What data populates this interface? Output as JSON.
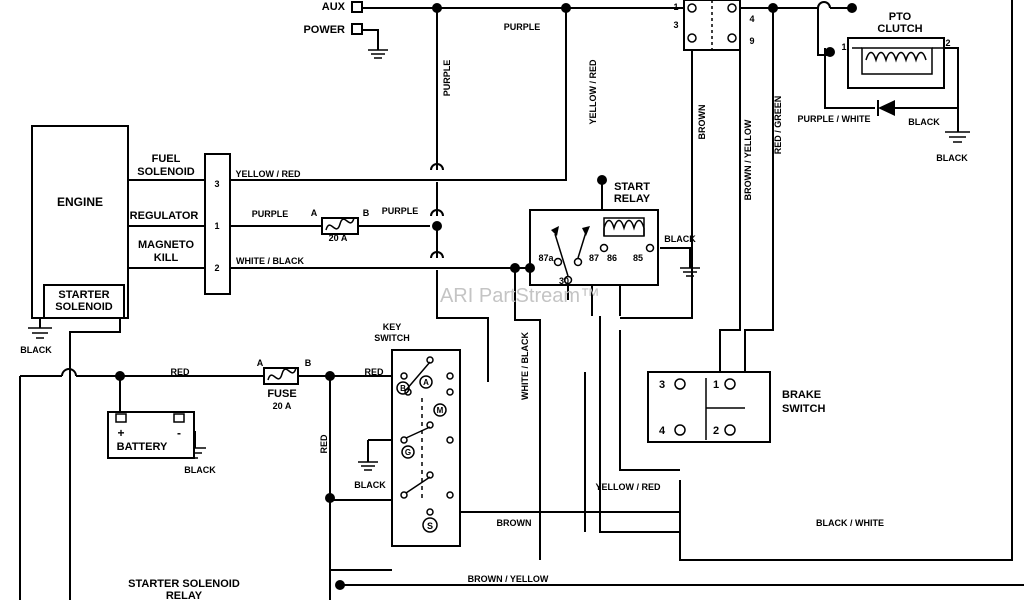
{
  "components": {
    "engine": "ENGINE",
    "starter_solenoid": [
      "STARTER",
      "SOLENOID"
    ],
    "fuel_solenoid": [
      "FUEL",
      "SOLENOID"
    ],
    "regulator": "REGULATOR",
    "magneto_kill": [
      "MAGNETO",
      "KILL"
    ],
    "aux": "AUX",
    "power": "POWER",
    "pto_clutch": [
      "PTO",
      "CLUTCH"
    ],
    "start_relay": [
      "START",
      "RELAY"
    ],
    "key_switch": [
      "KEY",
      "SWITCH"
    ],
    "brake_switch": [
      "BRAKE",
      "SWITCH"
    ],
    "battery": "BATTERY",
    "fuse_top": "20 A",
    "fuse_main_label": "FUSE",
    "fuse_main": "20 A",
    "starter_solenoid_relay": [
      "STARTER SOLENOID",
      "RELAY"
    ]
  },
  "wires": {
    "purple_top": "PURPLE",
    "purple_vertical": "PURPLE",
    "yellow_red_vertical": "YELLOW / RED",
    "brown_vertical": "BROWN",
    "brown_yellow_vertical": "BROWN / YELLOW",
    "red_green_vertical": "RED / GREEN",
    "purple_white": "PURPLE / WHITE",
    "black_pto": "BLACK",
    "black_pto_ground": "BLACK",
    "yellow_red_fuel": "YELLOW / RED",
    "purple_reg_a": "PURPLE",
    "purple_reg_b": "PURPLE",
    "white_black_magneto": "WHITE / BLACK",
    "black_relay": "BLACK",
    "white_black_vertical": "WHITE / BLACK",
    "black_engine": "BLACK",
    "red_main": "RED",
    "red_key": "RED",
    "red_vertical": "RED",
    "black_battery": "BLACK",
    "black_key": "BLACK",
    "brown_key": "BROWN",
    "yellow_red_brake": "YELLOW / RED",
    "black_white": "BLACK / WHITE",
    "brown_yellow_bottom": "BROWN / YELLOW"
  },
  "pins": {
    "connector": [
      "3",
      "1",
      "2"
    ],
    "fuse_top": [
      "A",
      "B"
    ],
    "fuse_main": [
      "A",
      "B"
    ],
    "relay": [
      "87a",
      "87",
      "86",
      "85",
      "30"
    ],
    "pto": [
      "1",
      "2"
    ],
    "top_switch": [
      "1",
      "3",
      "4",
      "9"
    ],
    "brake": [
      "3",
      "1",
      "4",
      "2"
    ],
    "battery": [
      "+",
      "-"
    ],
    "key_terminals": [
      "B",
      "A",
      "M",
      "G",
      "S"
    ]
  },
  "watermark": "ARI PartStream™"
}
